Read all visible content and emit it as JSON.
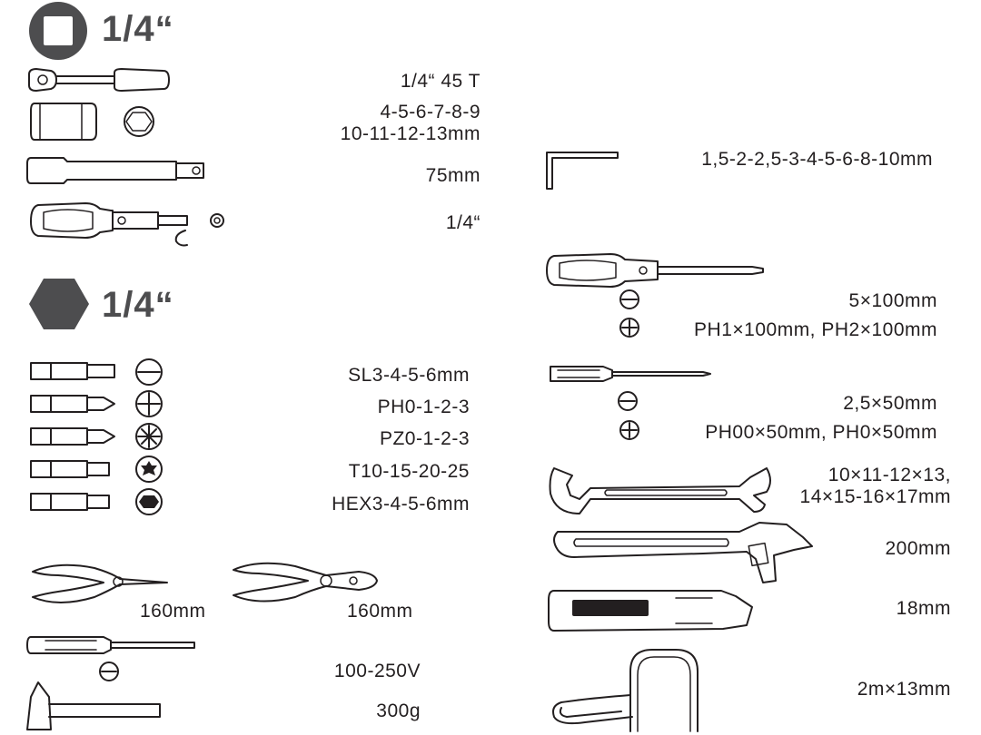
{
  "sections": [
    {
      "badge_shape": "square",
      "title": "1/4“",
      "color": "#4d4d4f"
    },
    {
      "badge_shape": "hexagon",
      "title": "1/4“",
      "color": "#4d4d4f"
    }
  ],
  "left_items": {
    "ratchet": "1/4“ 45 T",
    "sockets_line1": "4-5-6-7-8-9",
    "sockets_line2": "10-11-12-13mm",
    "extension": "75mm",
    "bit_handle": "1/4“",
    "bit_sl": "SL3-4-5-6mm",
    "bit_ph": "PH0-1-2-3",
    "bit_pz": "PZ0-1-2-3",
    "bit_torx": "T10-15-20-25",
    "bit_hex": "HEX3-4-5-6mm",
    "pliers_needle": "160mm",
    "pliers_combo": "160mm",
    "voltage_tester": "100-250V",
    "hammer": "300g"
  },
  "right_items": {
    "hex_keys": "1,5-2-2,5-3-4-5-6-8-10mm",
    "screwdriver_sl": "5×100mm",
    "screwdriver_ph": "PH1×100mm, PH2×100mm",
    "precision_sl": "2,5×50mm",
    "precision_ph": "PH00×50mm, PH0×50mm",
    "wrench_line1": "10×11-12×13,",
    "wrench_line2": "14×15-16×17mm",
    "adjustable_wrench": "200mm",
    "utility_knife": "18mm",
    "tape_measure": "2m×13mm"
  },
  "colors": {
    "ink": "#231f20",
    "badge": "#4d4d4f",
    "background": "#ffffff"
  }
}
